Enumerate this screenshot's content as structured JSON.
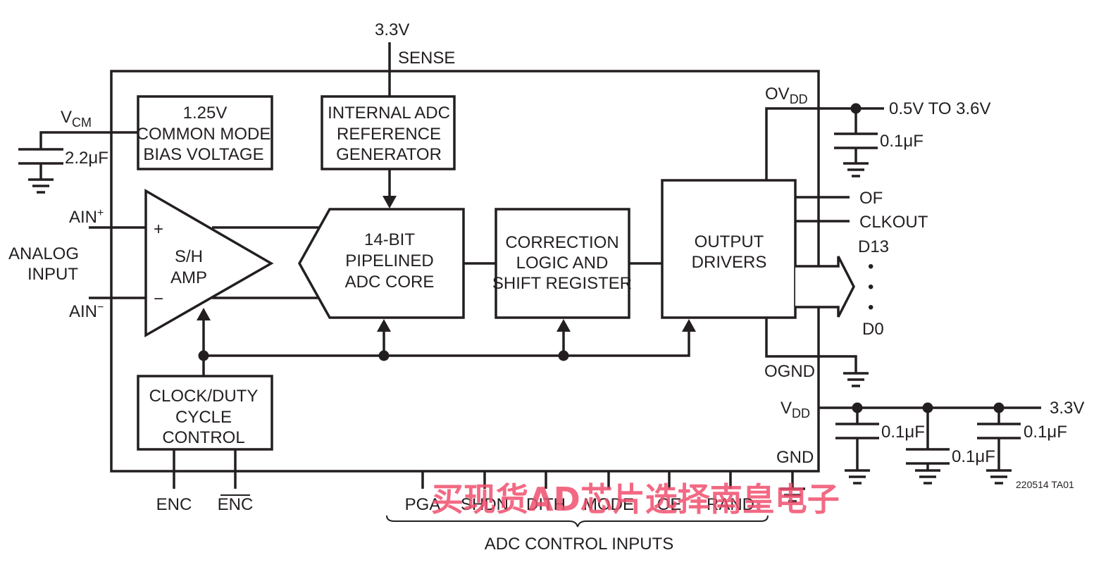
{
  "top": {
    "supply": "3.3V",
    "sense": "SENSE"
  },
  "bias": {
    "vcm": "V",
    "vcm_sub": "CM",
    "cap": "2.2μF",
    "line1": "1.25V",
    "line2": "COMMON MODE",
    "line3": "BIAS VOLTAGE"
  },
  "ref": {
    "line1": "INTERNAL ADC",
    "line2": "REFERENCE",
    "line3": "GENERATOR"
  },
  "input": {
    "ain_plus": "AIN",
    "ain_plus_sup": "+",
    "ain_minus": "AIN",
    "ain_minus_sup": "−",
    "analog1": "ANALOG",
    "analog2": "INPUT",
    "plus": "+",
    "minus": "−"
  },
  "sh": {
    "line1": "S/H",
    "line2": "AMP"
  },
  "adc": {
    "line1": "14-BIT",
    "line2": "PIPELINED",
    "line3": "ADC CORE"
  },
  "corr": {
    "line1": "CORRECTION",
    "line2": "LOGIC AND",
    "line3": "SHIFT REGISTER"
  },
  "out": {
    "line1": "OUTPUT",
    "line2": "DRIVERS"
  },
  "clock": {
    "line1": "CLOCK/DUTY",
    "line2": "CYCLE",
    "line3": "CONTROL",
    "enc": "ENC",
    "enc_bar": "ENC"
  },
  "right": {
    "ovdd": "OV",
    "ovdd_sub": "DD",
    "ovdd_range": "0.5V TO 3.6V",
    "ovdd_cap": "0.1μF",
    "of": "OF",
    "clkout": "CLKOUT",
    "d13": "D13",
    "d0": "D0",
    "dots": "•",
    "ognd": "OGND",
    "vdd": "V",
    "vdd_sub": "DD",
    "vdd_supply": "3.3V",
    "cap1": "0.1μF",
    "cap2": "0.1μF",
    "cap3": "0.1μF",
    "gnd": "GND",
    "code": "220514 TA01"
  },
  "control": {
    "pins": [
      "PGA",
      "SHDN",
      "DITH",
      "MODE",
      "OE",
      "RAND"
    ],
    "label": "ADC CONTROL INPUTS"
  },
  "watermark": "买现货AD芯片选择南皇电子"
}
